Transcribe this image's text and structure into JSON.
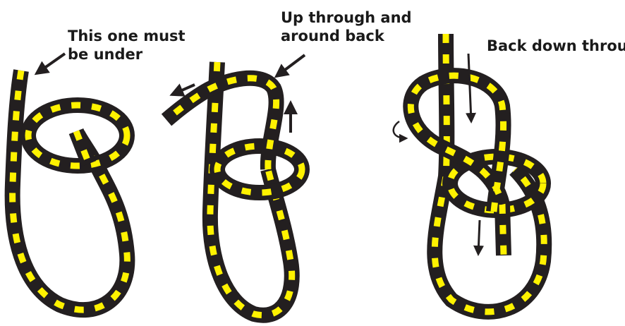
{
  "colors": {
    "rope_body": "#231f20",
    "rope_stripe": "#fff200",
    "text": "#1a1a1a",
    "arrow": "#231f20"
  },
  "steps": [
    {
      "label_lines": [
        "This one must",
        "be under"
      ]
    },
    {
      "label_lines": [
        "Up through and",
        "around back"
      ]
    },
    {
      "label_lines": [
        "Back down through"
      ]
    }
  ]
}
